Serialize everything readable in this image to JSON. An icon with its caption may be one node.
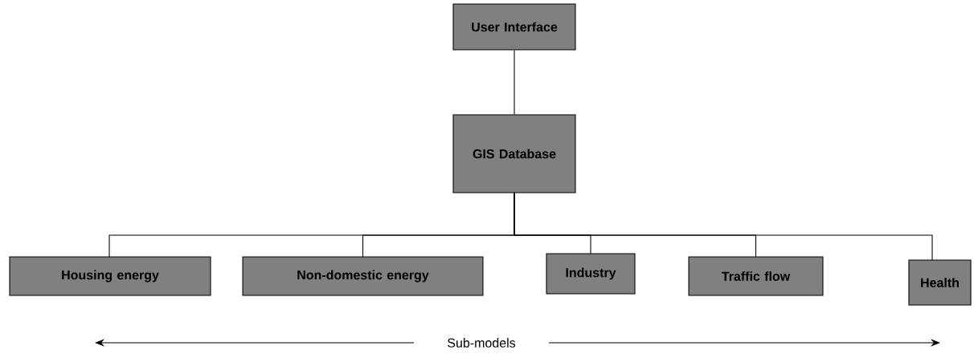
{
  "diagram": {
    "nodes": [
      {
        "text": [
          "User Interface"
        ]
      },
      {
        "text": [
          "GIS Database"
        ]
      },
      {
        "text": [
          "Housing energy"
        ]
      },
      {
        "text": [
          "Non-domestic energy"
        ]
      },
      {
        "text": [
          "Industry"
        ]
      },
      {
        "text": [
          "Traffic flow"
        ]
      },
      {
        "text": [
          "Health"
        ]
      }
    ],
    "edges": [
      {
        "from": 0,
        "to": 1,
        "arrow": "none"
      },
      {
        "from": 1,
        "to": 2,
        "arrow": "none"
      },
      {
        "from": 1,
        "to": 3,
        "arrow": "none"
      },
      {
        "from": 1,
        "to": 4,
        "arrow": "none"
      },
      {
        "from": 1,
        "to": 5,
        "arrow": "none"
      },
      {
        "from": 1,
        "to": 6,
        "arrow": "none"
      }
    ],
    "labels": [
      "Sub-models"
    ]
  }
}
